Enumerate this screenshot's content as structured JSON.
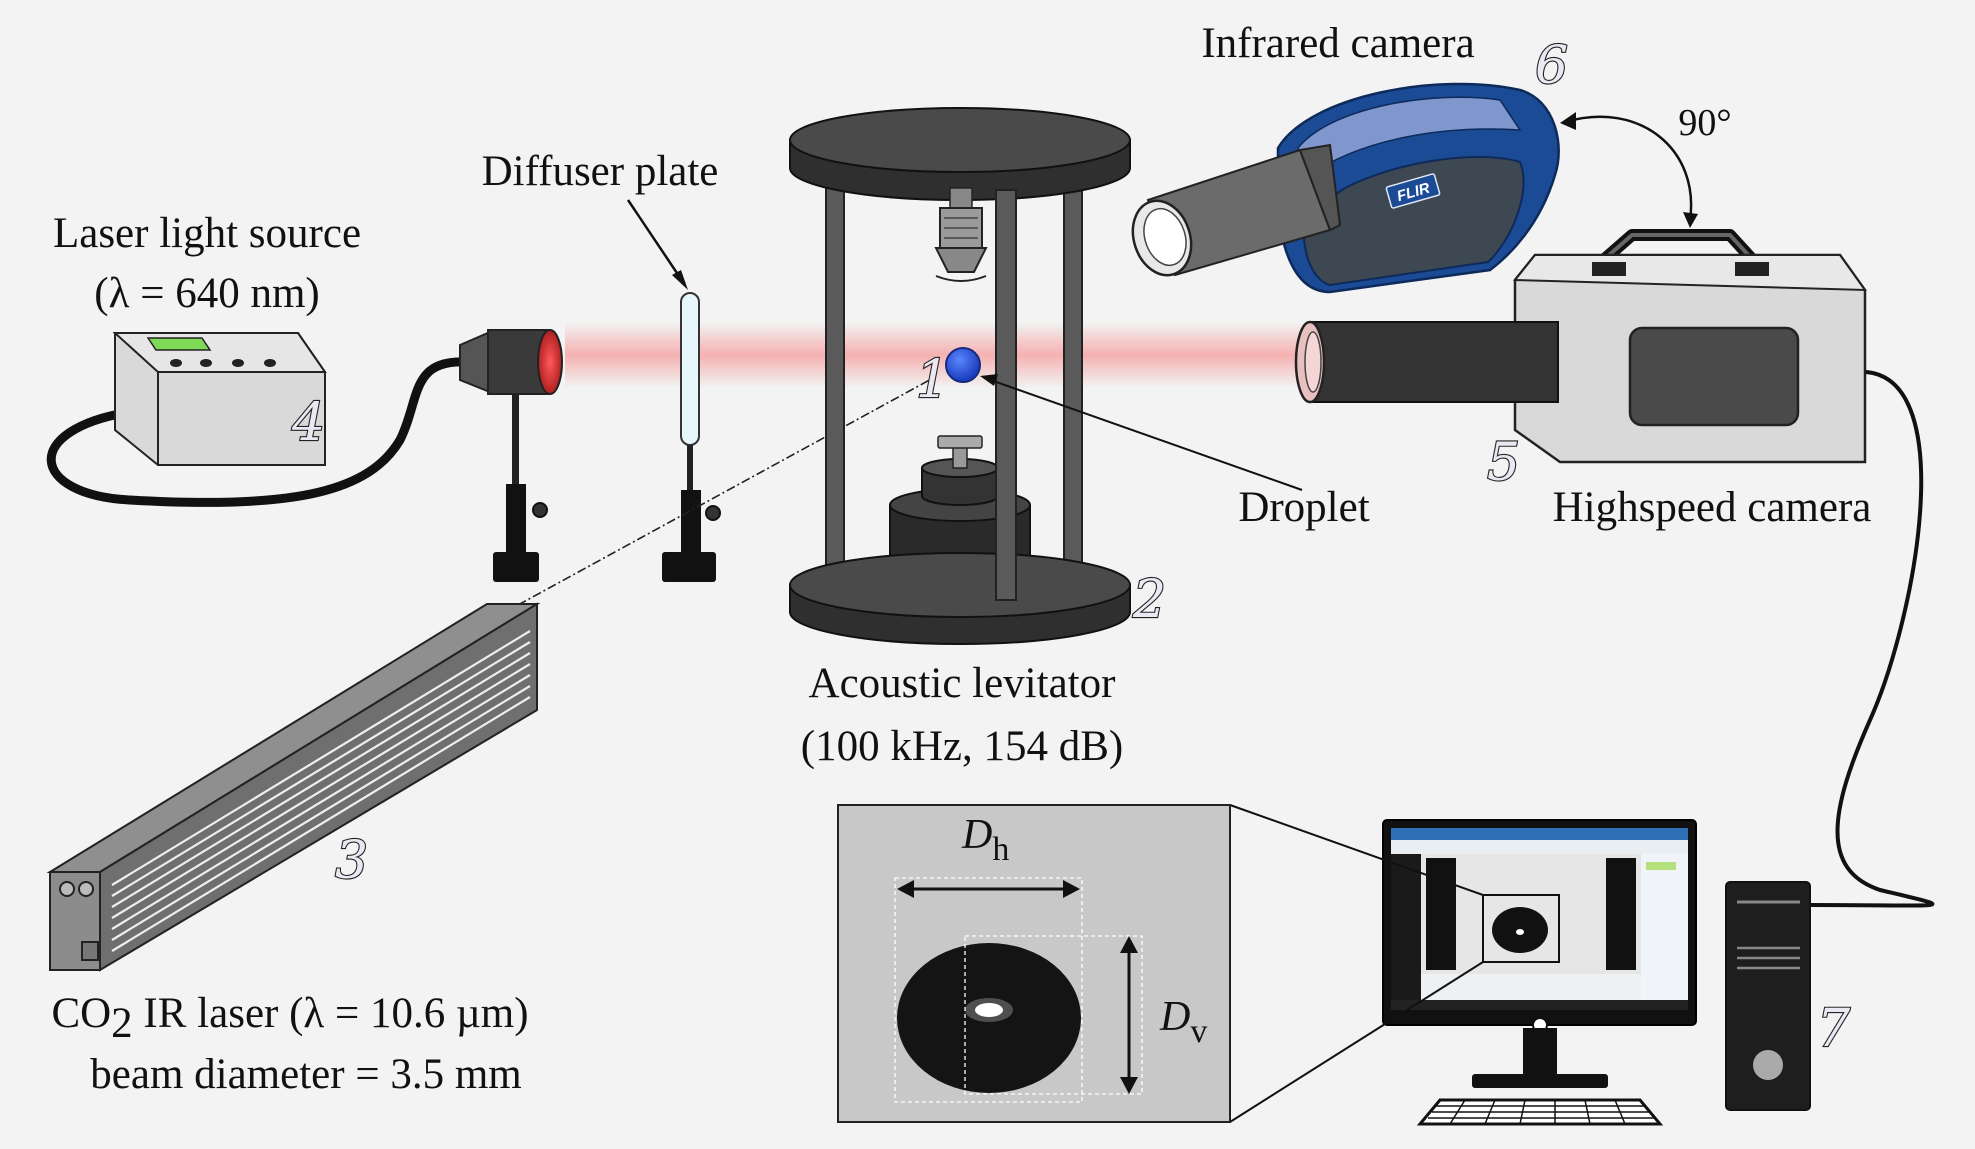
{
  "labels": {
    "laser_light_source": "Laser light source",
    "laser_wavelength": "(λ = 640 nm)",
    "diffuser_plate": "Diffuser plate",
    "infrared_camera": "Infrared camera",
    "angle": "90°",
    "droplet": "Droplet",
    "highspeed_camera": "Highspeed camera",
    "acoustic_levitator": "Acoustic levitator",
    "levitator_params": "(100 kHz, 154 dB)",
    "co2_prefix": "CO",
    "co2_sub": "2",
    "co2_suffix": " IR laser (λ = 10.6 µm)",
    "beam_diameter": "beam diameter = 3.5 mm",
    "camera_brand": "FLIR",
    "dh_main": "D",
    "dh_sub": "h",
    "dv_main": "D",
    "dv_sub": "v"
  },
  "numbers": {
    "n1": "1",
    "n2": "2",
    "n3": "3",
    "n4": "4",
    "n5": "5",
    "n6": "6",
    "n7": "7"
  },
  "colors": {
    "background": "#f3f3f3",
    "levitator_dark": "#333333",
    "laser_beam": "#f4a6a6",
    "droplet": "#2b54d6",
    "ir_camera_blue": "#1c4b96",
    "device_gray": "#d9d9d9",
    "screen_lcd": "#7ed957"
  }
}
